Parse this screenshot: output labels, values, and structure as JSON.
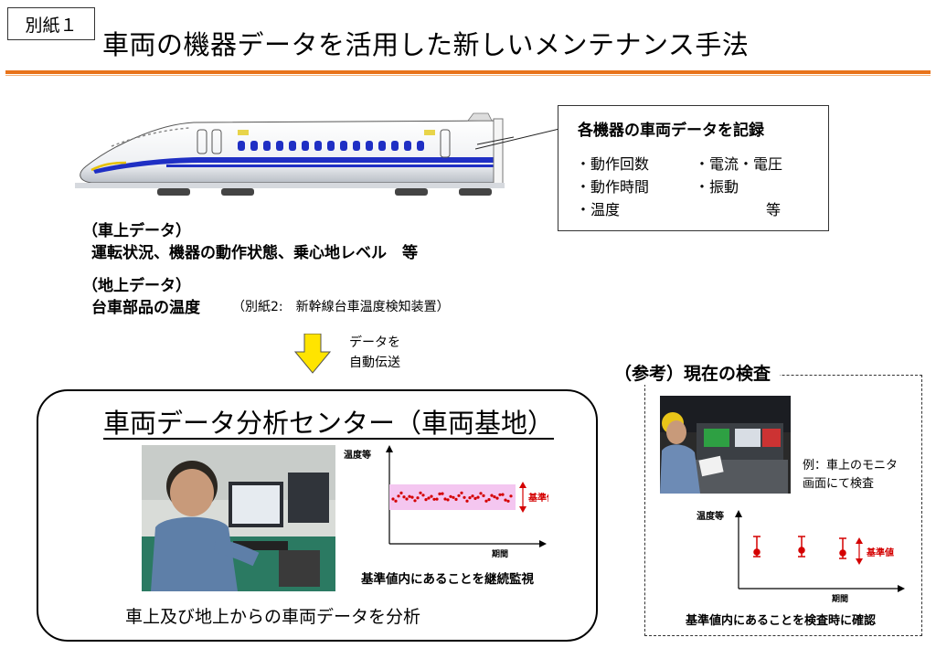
{
  "header": {
    "tag": "別紙１",
    "title": "車両の機器データを活用した新しいメンテナンス手法"
  },
  "record_box": {
    "title": "各機器の車両データを記録",
    "items": [
      "・動作回数",
      "・電流・電圧",
      "・動作時間",
      "・振動",
      "・温度",
      "等"
    ]
  },
  "onboard": {
    "heading": "（車上データ）",
    "body": "運転状況、機器の動作状態、乗心地レベル　等"
  },
  "ground": {
    "heading": "（地上データ）",
    "body": "台車部品の温度",
    "note": "（別紙2:　新幹線台車温度検知装置）"
  },
  "transfer": {
    "line1": "データを",
    "line2": "自動伝送"
  },
  "center": {
    "title": "車両データ分析センター（車両基地）",
    "bottom": "車上及び地上からの車両データを分析",
    "chart_caption": "基準値内にあることを継続監視"
  },
  "reference": {
    "title": "（参考）現在の検査",
    "note_line1": "例：車上のモニタ",
    "note_line2": "画面にて検査",
    "caption": "基準値内にあることを検査時に確認"
  },
  "chart_data": [
    {
      "type": "scatter",
      "ylabel": "温度等",
      "xlabel": "期間",
      "band_label": "基準値",
      "colors": {
        "points": "#d40000",
        "band": "#f4c6f0"
      }
    },
    {
      "type": "scatter",
      "ylabel": "温度等",
      "xlabel": "期間",
      "band_label": "基準値",
      "colors": {
        "points": "#d40000"
      }
    }
  ],
  "colors": {
    "rule": "#e8731a",
    "train_stripe": "#1f2fc4"
  }
}
